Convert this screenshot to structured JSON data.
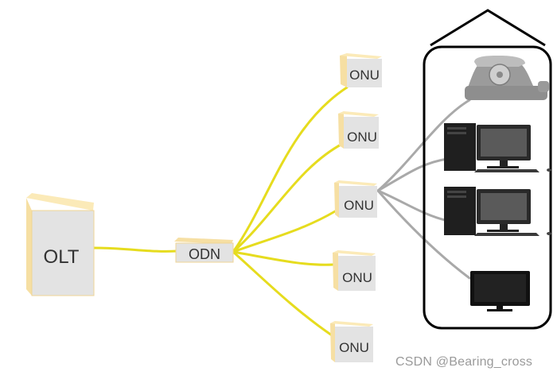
{
  "nodes": {
    "olt": {
      "label": "OLT"
    },
    "odn": {
      "label": "ODN"
    },
    "onus": [
      {
        "label": "ONU"
      },
      {
        "label": "ONU"
      },
      {
        "label": "ONU"
      },
      {
        "label": "ONU"
      },
      {
        "label": "ONU"
      }
    ]
  },
  "home_devices": [
    {
      "icon": "telephone-icon"
    },
    {
      "icon": "desktop-computer-icon"
    },
    {
      "icon": "desktop-computer-icon"
    },
    {
      "icon": "tv-monitor-icon"
    }
  ],
  "colors": {
    "fiber": "#e6dc1e",
    "copper": "#a9a9a9",
    "box_face": "#e3e3e3",
    "box_side": "#f6dfa3",
    "house_outline": "#000000"
  },
  "watermark": "CSDN @Bearing_cross"
}
